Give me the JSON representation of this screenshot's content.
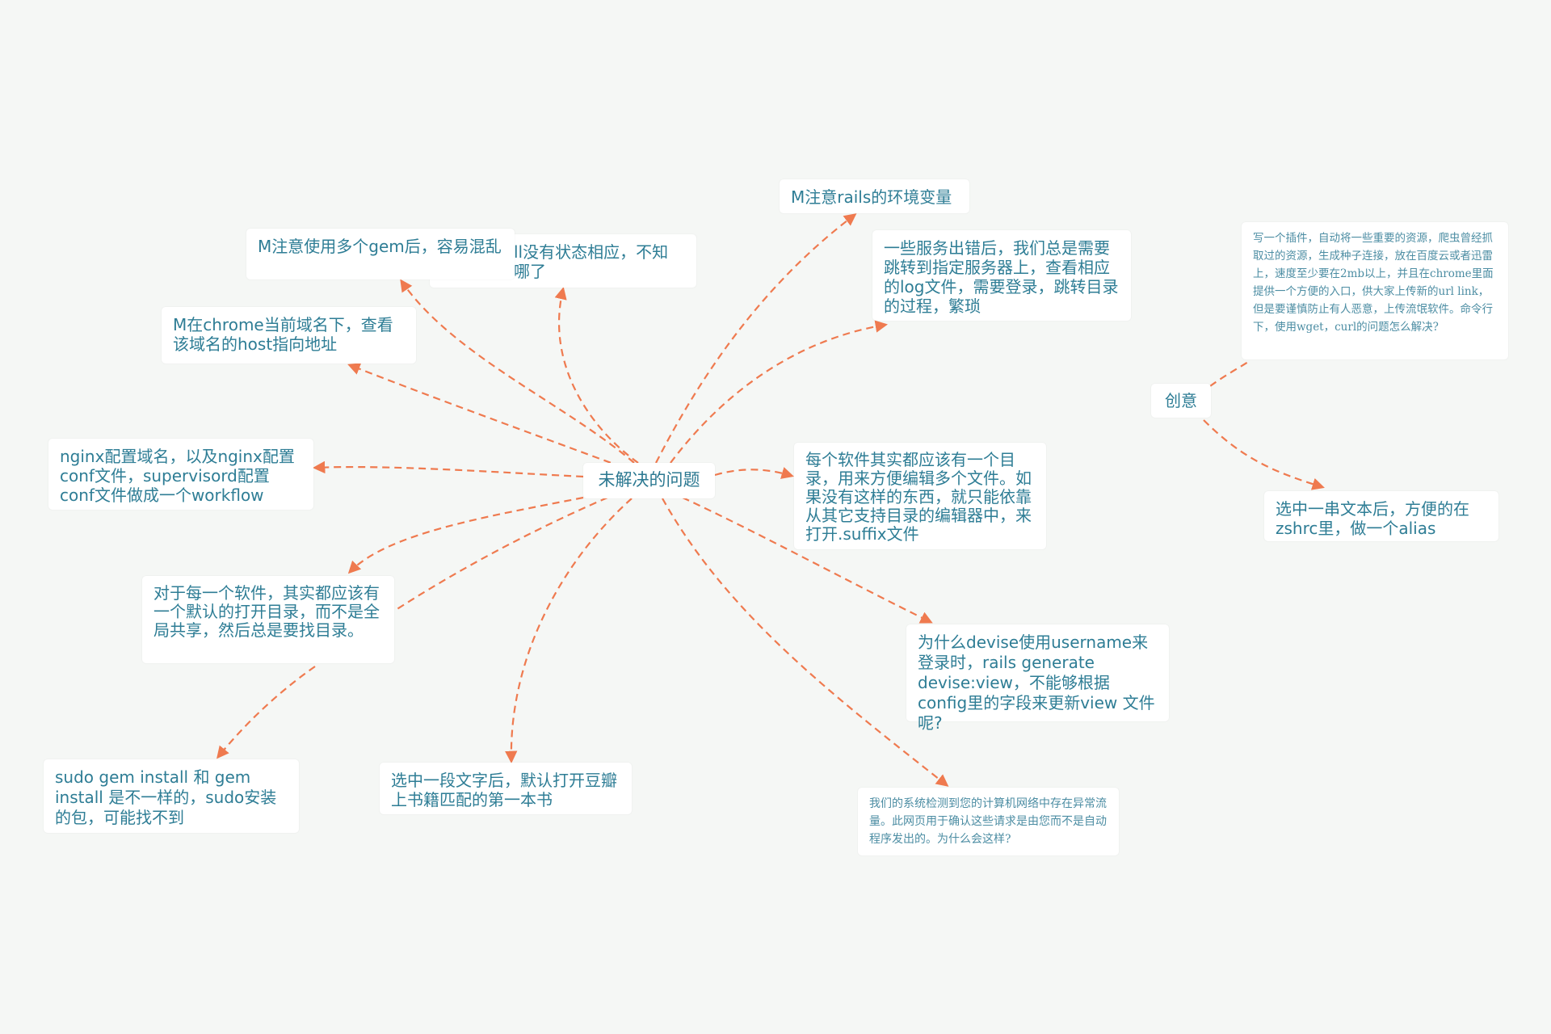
{
  "mindmap": {
    "central_topic": "未解决的问题",
    "idea_topic": "创意",
    "nodes": {
      "rails_env": "M注意rails的环境变量",
      "multi_gem": "M注意使用多个gem后，容易混乱",
      "install_no_response": "ll没有状态相应，不知 哪了",
      "server_logs": "一些服务出错后，我们总是需要跳转到指定服务器上，查看相应的log文件，需要登录，跳转目录的过程，繁琐",
      "chrome_host": "M在chrome当前域名下，查看该域名的host指向地址",
      "nginx_workflow": "nginx配置域名，以及nginx配置conf文件，supervisord配置conf文件做成一个workflow",
      "software_dir_edit": "每个软件其实都应该有一个目录，用来方便编辑多个文件。如果没有这样的东西，就只能依靠从其它支持目录的编辑器中，来打开.suffix文件",
      "default_open_dir": "对于每一个软件，其实都应该有一个默认的打开目录，而不是全局共享，然后总是要找目录。",
      "devise_view": "为什么devise使用username来登录时，rails generate devise:view，不能够根据config里的字段来更新view 文件呢?",
      "sudo_gem": "sudo gem install 和 gem install 是不一样的，sudo安装的包，可能找不到",
      "douban_book": "选中一段文字后，默认打开豆瓣上书籍匹配的第一本书",
      "abnormal_traffic": "我们的系统检测到您的计算机网络中存在异常流量。此网页用于确认这些请求是由您而不是自动程序发出的。为什么会这样?",
      "crawler_plugin": "写一个插件，自动将一些重要的资源，爬虫曾经抓取过的资源，生成种子连接，放在百度云或者迅雷上，速度至少要在2mb以上，并且在chrome里面提供一个方便的入口，供大家上传新的url link，但是要谨慎防止有人恶意，上传流氓软件。命令行下，使用wget，curl的问题怎么解决?",
      "zshrc_alias": "选中一串文本后，方便的在zshrc里，做一个alias"
    },
    "colors": {
      "background": "#f5f7f5",
      "node_text": "#2e7d95",
      "edge": "#ef7a4f"
    }
  }
}
